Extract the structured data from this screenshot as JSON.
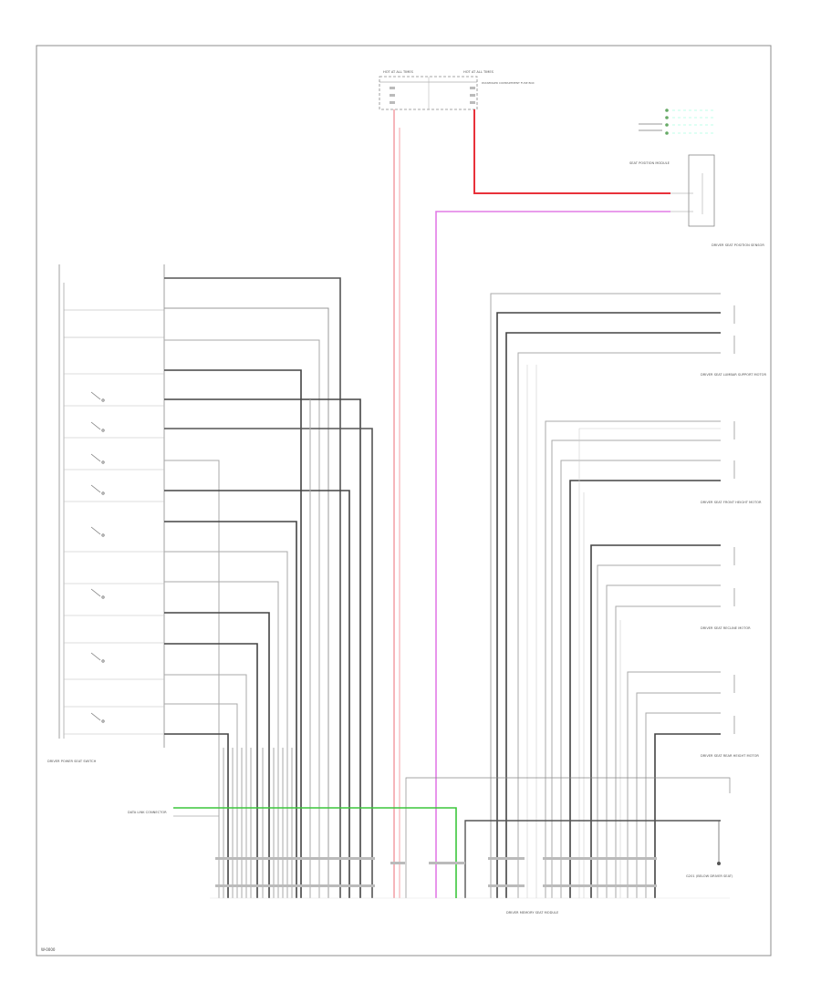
{
  "colors": {
    "frame": "#888888",
    "wire": "#9a9a9a",
    "wire_dark": "#333333",
    "red": "#e8313a",
    "pink": "#f4a3aa",
    "magenta": "#e27be6",
    "green": "#3cc63c"
  },
  "labels": {
    "fuse_left": "HOT AT ALL TIMES",
    "fuse_right": "HOT AT ALL TIMES",
    "fuse_right_side": "PASSENGER COMPARTMENT FUSE BOX",
    "motor_module": "SEAT POSITION MODULE",
    "seat_sensor": "DRIVER SEAT POSITION SENSOR",
    "lumbar_motor": "DRIVER SEAT LUMBAR SUPPORT MOTOR",
    "recline_motor": "DRIVER SEAT FRONT HEIGHT MOTOR",
    "slide_motor": "DRIVER SEAT RECLINE MOTOR",
    "rear_height_motor": "DRIVER SEAT REAR HEIGHT MOTOR",
    "switch_assy": "DRIVER POWER SEAT SWITCH",
    "memory_module": "DRIVER MEMORY SEAT MODULE",
    "data_link": "DATA LINK CONNECTOR",
    "ground": "G201 (BELOW DRIVER SEAT)",
    "footer_code": "W-0000"
  }
}
